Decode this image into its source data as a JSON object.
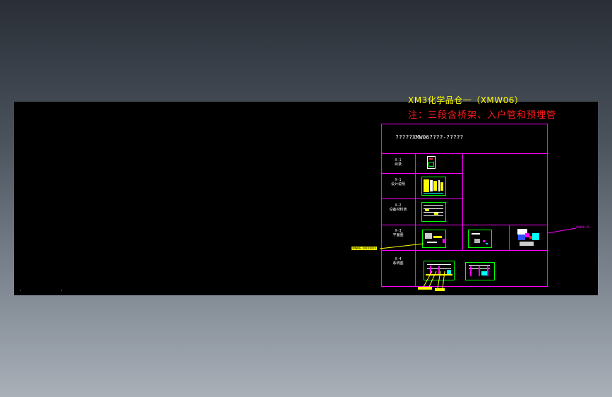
{
  "drawing": {
    "title_line1": "XM3化学品仓一（XMW06）",
    "title_line2": "注：三段含桥架、入户管和预埋管",
    "table_header": "?????XMW06????-?????",
    "rows": [
      {
        "code": "X-1",
        "label": "目录"
      },
      {
        "code": "X-1",
        "label": "设计说明"
      },
      {
        "code": "X-2",
        "label": "设备材料表"
      },
      {
        "code": "X-3",
        "label": "平面图"
      },
      {
        "code": "X-4",
        "label": "系统图"
      }
    ],
    "leader_left": "XMW06-XXXXXXXX",
    "leader_right": "XMW06-XX"
  },
  "colors": {
    "canvas": "#000000",
    "table_lines": "#ff00ff",
    "title_yellow": "#ffff00",
    "title_red": "#ff1a1a",
    "leader_yellow": "#ffff00"
  }
}
